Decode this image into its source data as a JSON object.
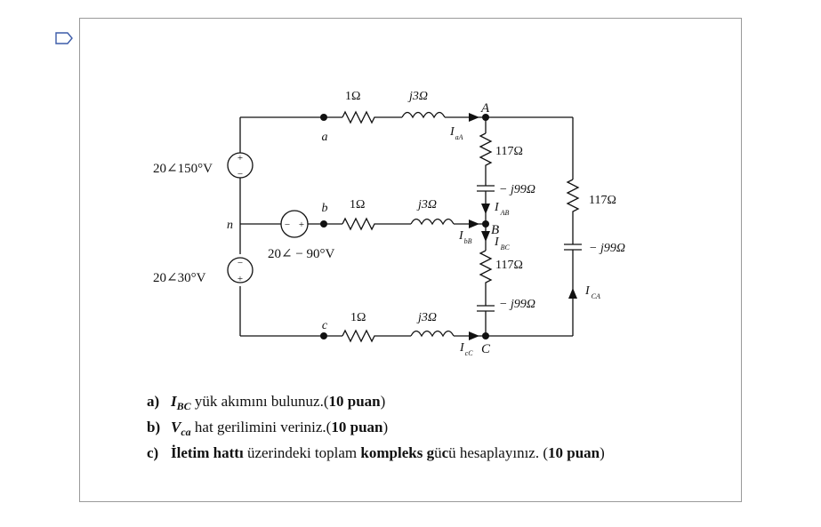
{
  "circuit": {
    "nodes": {
      "a": "a",
      "b": "b",
      "c": "c",
      "n": "n",
      "A": "A",
      "B": "B",
      "C": "C"
    },
    "line_r": {
      "a": "1Ω",
      "b": "1Ω",
      "c": "1Ω"
    },
    "line_l": {
      "a": "j3Ω",
      "b": "j3Ω",
      "c": "j3Ω"
    },
    "sources": {
      "top": "20∠150°V",
      "mid": "20∠ − 90°V",
      "bot": "20∠30°V"
    },
    "source_signs": {
      "plus": "+",
      "minus": "−"
    },
    "load_ab": {
      "r": "117Ω",
      "c": "− j99Ω"
    },
    "load_bc": {
      "r": "117Ω",
      "c": "− j99Ω"
    },
    "load_ca": {
      "r": "117Ω",
      "c": "− j99Ω"
    },
    "currents": {
      "aA": {
        "main": "I",
        "sub": "aA"
      },
      "bB": {
        "main": "I",
        "sub": "bB"
      },
      "cC": {
        "main": "I",
        "sub": "cC"
      },
      "AB": {
        "main": "I",
        "sub": "AB"
      },
      "BC": {
        "main": "I",
        "sub": "BC"
      },
      "CA": {
        "main": "I",
        "sub": "CA"
      }
    }
  },
  "questions": {
    "a": {
      "label": "a)",
      "sym": "I",
      "sub": "BC",
      "t1": " yük akımını bulunuz.(",
      "pts": "10 puan",
      "t2": ")"
    },
    "b": {
      "label": "b)",
      "sym": "V",
      "sub": "ca",
      "t1": " hat gerilimini veriniz.(",
      "pts": "10 puan",
      "t2": ")"
    },
    "c": {
      "label": "c)",
      "b1": "İletim hattı",
      "t1": " üzerindeki toplam ",
      "b2": "kompleks",
      "t2": " ",
      "b3": "g",
      "t3": "ü",
      "b4": "c",
      "t4": "ü hesaplayınız. (",
      "pts": "10 puan",
      "t5": ")"
    }
  }
}
